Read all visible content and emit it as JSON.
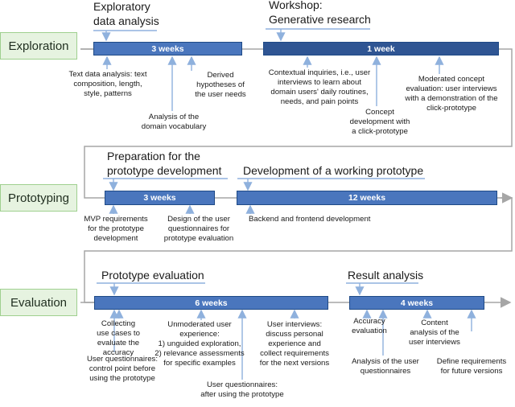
{
  "phases": {
    "exploration": "Exploration",
    "prototyping": "Prototyping",
    "evaluation": "Evaluation"
  },
  "exploration": {
    "eda_title_1": "Exploratory",
    "eda_title_2": "data analysis",
    "eda_duration": "3 weeks",
    "workshop_title_1": "Workshop:",
    "workshop_title_2": "Generative research",
    "workshop_duration": "1 week",
    "notes": {
      "text_analysis": [
        "Text data analysis: text",
        "composition, length,",
        "style, patterns"
      ],
      "vocabulary": [
        "Analysis of the",
        "domain vocabulary"
      ],
      "hypotheses": [
        "Derived",
        "hypotheses of",
        "the user needs"
      ],
      "inquiries": [
        "Contextual inquiries, i.e., user",
        "interviews to learn about",
        "domain users' daily routines,",
        "needs, and pain points"
      ],
      "concept_dev": [
        "Concept",
        "development with",
        "a click-prototype"
      ],
      "moderated": [
        "Moderated concept",
        "evaluation: user interviews",
        "with a demonstration of the",
        "click-prototype"
      ]
    }
  },
  "prototyping": {
    "prep_title_1": "Preparation for the",
    "prep_title_2": "prototype development",
    "prep_duration": "3 weeks",
    "dev_title": "Development of a working prototype",
    "dev_duration": "12 weeks",
    "notes": {
      "mvp": [
        "MVP requirements",
        "for the prototype",
        "development"
      ],
      "questionnaire_design": [
        "Design of the user",
        "questionnaires for",
        "prototype evaluation"
      ],
      "backend": [
        "Backend and frontend development"
      ]
    }
  },
  "evaluation": {
    "eval_title": "Prototype evaluation",
    "eval_duration": "6 weeks",
    "result_title": "Result analysis",
    "result_duration": "4 weeks",
    "notes": {
      "use_cases": [
        "Collecting",
        "use cases to",
        "evaluate the",
        "accuracy"
      ],
      "control_point": [
        "User questionnaires:",
        "control point before",
        "using the prototype"
      ],
      "unmoderated": [
        "Unmoderated user",
        "experience:",
        "1) unguided exploration,",
        "2) relevance assessments",
        "for specific examples"
      ],
      "after": [
        "User questionnaires:",
        "after using the prototype"
      ],
      "interviews": [
        "User interviews:",
        "discuss personal",
        "experience and",
        "collect requirements",
        "for the next versions"
      ],
      "accuracy": [
        "Accuracy",
        "evaluation"
      ],
      "questionnaire_analysis": [
        "Analysis of the user",
        "questionnaires"
      ],
      "content_analysis": [
        "Content",
        "analysis of the",
        "user interviews"
      ],
      "future": [
        "Define requirements",
        "for future versions"
      ]
    }
  },
  "colors": {
    "bar_light": "#4a76bd",
    "bar_dark": "#2f5593",
    "arrow": "#8fb1dd",
    "timeline": "#a6a6a6",
    "phase_fill": "#e6f3e0",
    "phase_border": "#9fd08f"
  }
}
